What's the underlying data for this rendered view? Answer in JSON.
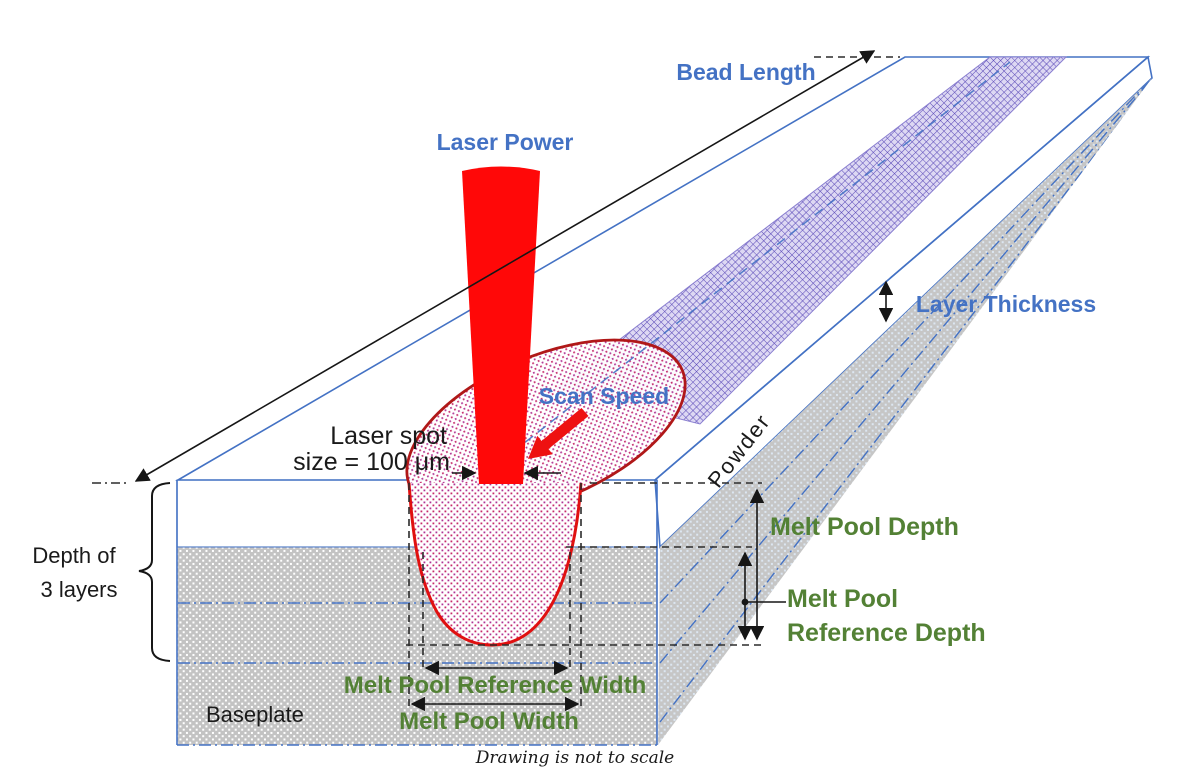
{
  "figure": {
    "footnote": "Drawing is not to scale"
  },
  "labels": {
    "bead_length": "Bead Length",
    "laser_power": "Laser Power",
    "layer_thickness": "Layer Thickness",
    "scan_speed": "Scan Speed",
    "laser_spot_line1": "Laser spot",
    "laser_spot_line2": "size = 100 μm",
    "powder": "Powder",
    "melt_pool_depth": "Melt Pool Depth",
    "melt_pool_reference_depth_line1": "Melt Pool",
    "melt_pool_reference_depth_line2": "Reference Depth",
    "melt_pool_reference_width": "Melt Pool Reference Width",
    "melt_pool_width": "Melt Pool Width",
    "depth_of_layers_line1": "Depth of",
    "depth_of_layers_line2": "3 layers",
    "baseplate": "Baseplate"
  },
  "values": {
    "laser_spot_size": "100 μm",
    "layer_count": "3"
  },
  "colors": {
    "label_blue": "#4472C4",
    "label_green": "#538135",
    "label_black": "#1A1A1A",
    "laser_red": "#FF0808",
    "melt_pool_outline_red": "#B01818",
    "melt_section_outline_red": "#E01010",
    "scan_arrow_red": "#EE1111",
    "powder_circle_blue": "#2E75B6",
    "surface_dot_blue": "#3A7AC8",
    "track_purple": "#5B4AB8",
    "baseplate_gray": "#C3C3C3",
    "melt_dot_pink": "#C62A6A",
    "layer_line_blue": "#4472C4"
  }
}
